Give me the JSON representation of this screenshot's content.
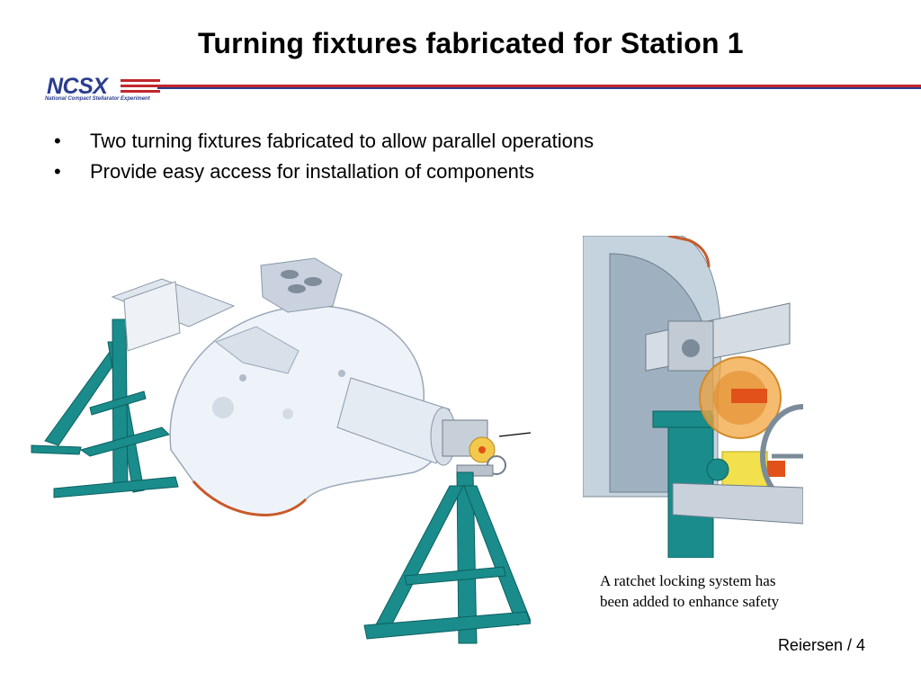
{
  "slide": {
    "title": "Turning fixtures fabricated for Station 1",
    "logo": {
      "name": "NCSX",
      "subtitle": "National Compact Stellarator Experiment"
    },
    "bullets": [
      "Two turning fixtures fabricated to allow parallel operations",
      "Provide easy access for installation of components"
    ],
    "bullet_symbol": "•",
    "caption": {
      "line1": "A ratchet locking system has",
      "line2": "been added to enhance safety"
    },
    "footer": "Reiersen / 4"
  },
  "colors": {
    "stand_teal": "#1a8c8c",
    "shell": "#e8f0f8",
    "gear_orange": "#f2a640",
    "accent_red": "#c1272d",
    "logo_blue": "#2a3d8f"
  }
}
